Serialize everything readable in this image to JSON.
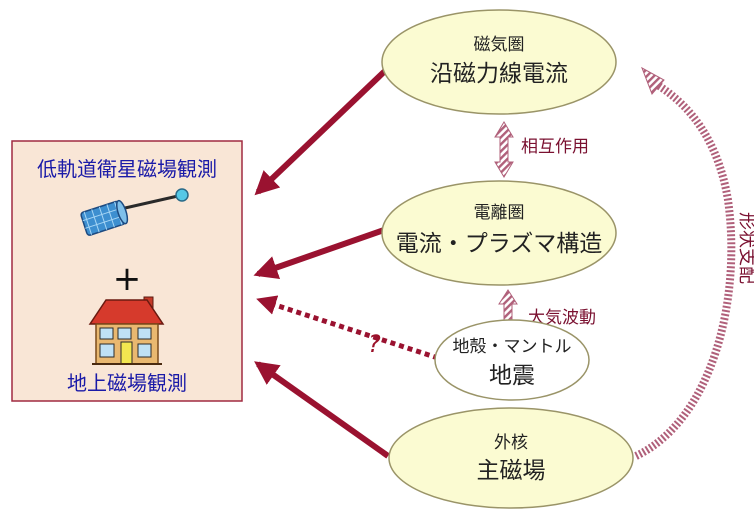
{
  "observation_box": {
    "satellite_label": "低軌道衛星磁場観測",
    "plus_sign": "+",
    "ground_label": "地上磁場観測"
  },
  "nodes": {
    "magnetosphere": {
      "region": "磁気圏",
      "phenomenon": "沿磁力線電流"
    },
    "ionosphere": {
      "region": "電離圏",
      "phenomenon": "電流・プラズマ構造"
    },
    "crust_mantle": {
      "region": "地殻・マントル",
      "phenomenon": "地震"
    },
    "outer_core": {
      "region": "外核",
      "phenomenon": "主磁場"
    }
  },
  "links": {
    "interaction": "相互作用",
    "atmospheric_waves": "大気波動",
    "shape_control": "形状支配",
    "uncertain_mark": "?"
  },
  "colors": {
    "box_fill": "#f9e6d6",
    "box_border": "#a02a40",
    "ellipse_fill": "#fbfbd2",
    "ellipse_border": "#9a9468",
    "arrow": "#9a1230",
    "hatched_arrow": "#b0607a"
  },
  "icons": [
    "satellite-icon",
    "house-icon"
  ]
}
